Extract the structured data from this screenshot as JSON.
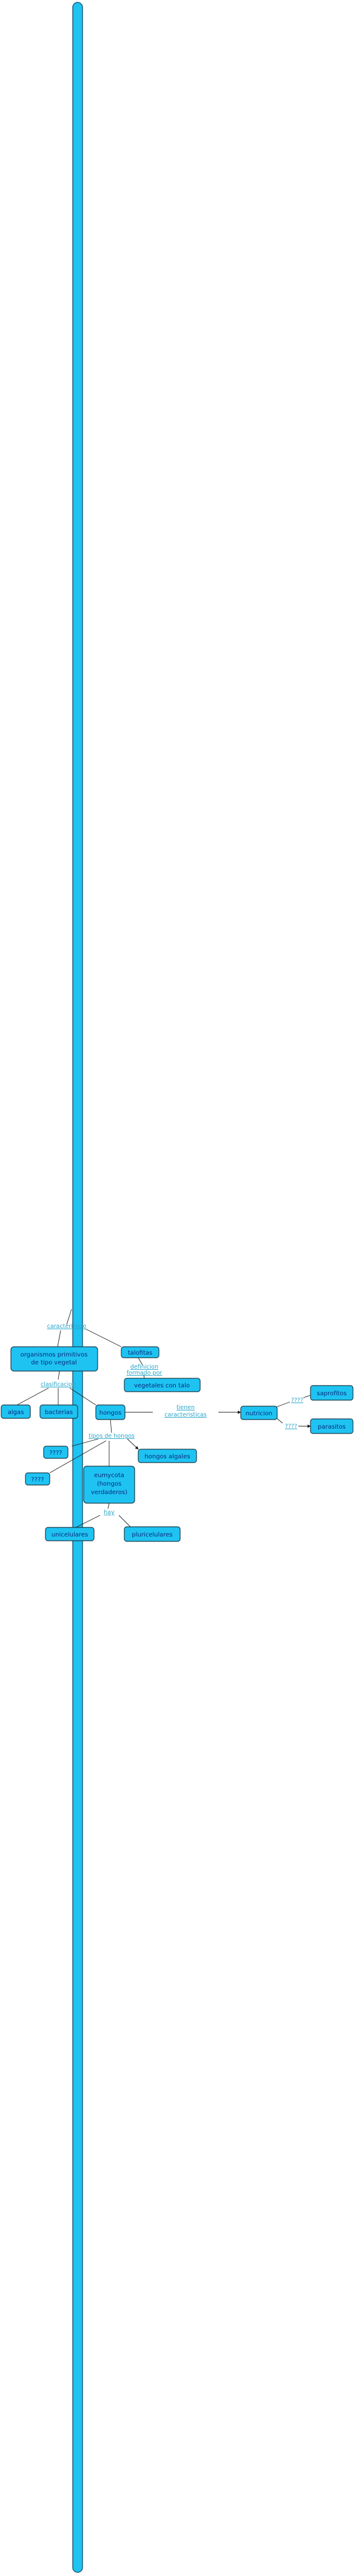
{
  "nodes": {
    "organismos": [
      "organismos primitivos",
      "de tipo vegetal"
    ],
    "talofitas": [
      "talofitas"
    ],
    "vegetales": [
      "vegetales con talo"
    ],
    "algas": [
      "algas"
    ],
    "bacterias": [
      "bacterias"
    ],
    "hongos": [
      "hongos"
    ],
    "nutricion": [
      "nutricion"
    ],
    "saprofitos": [
      "saprofitos"
    ],
    "parasitos": [
      "parasitos"
    ],
    "q1": [
      "????"
    ],
    "q2": [
      "????"
    ],
    "hongos_algales": [
      "hongos algales"
    ],
    "eumycota": [
      "eumycota",
      "(hongos",
      "verdaderos)"
    ],
    "unicelulares": [
      "unicelulares"
    ],
    "pluricelulares": [
      "pluricelulares"
    ]
  },
  "link_labels": {
    "caracterizado": "caracterizado",
    "definicion": [
      "definicion",
      "formado por"
    ],
    "clasificacion": "clasificacion",
    "tienen": [
      "tienen",
      "caracteristicas"
    ],
    "tipos": "tipos de hongos",
    "q_sap": "????",
    "q_par": "????",
    "hay": "hay"
  }
}
